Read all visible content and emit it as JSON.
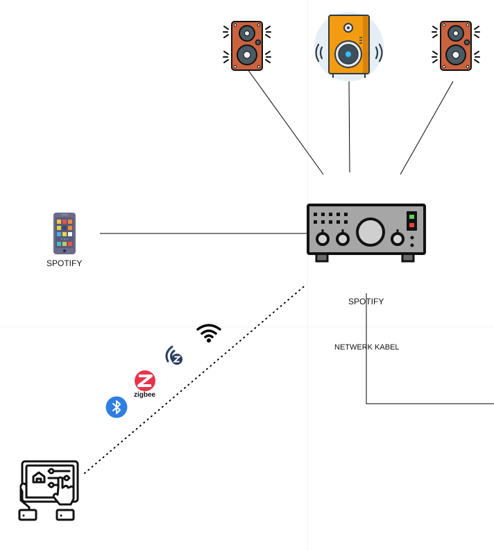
{
  "diagram": {
    "nodes": {
      "speaker_left": {
        "name": "Speaker left",
        "icon": "speaker-icon",
        "color": "#c9633f"
      },
      "speaker_center": {
        "name": "Speaker center",
        "icon": "speaker-icon",
        "color": "#f39c12",
        "bg": "#e6eef5"
      },
      "speaker_right": {
        "name": "Speaker right",
        "icon": "speaker-icon",
        "color": "#c9633f"
      },
      "amplifier": {
        "name": "Amplifier",
        "icon": "amplifier-icon",
        "color": "#a6a6a6"
      },
      "phone": {
        "name": "Phone",
        "icon": "smartphone-icon",
        "label": "SPOTIFY"
      },
      "tablet": {
        "name": "Smart home tablet",
        "icon": "smart-home-tablet-icon"
      }
    },
    "labels": {
      "phone_label": "SPOTIFY",
      "amp_spotify_label": "SPOTIFY",
      "network_cable_label": "NETWERK KABEL"
    },
    "protocols": [
      {
        "name": "wifi",
        "icon": "wifi-icon",
        "color": "#000000"
      },
      {
        "name": "z-wave",
        "icon": "z-wave-icon",
        "color": "#2c3e60"
      },
      {
        "name": "zigbee",
        "icon": "zigbee-icon",
        "label": "zigbee",
        "color": "#e8334a"
      },
      {
        "name": "bluetooth",
        "icon": "bluetooth-icon",
        "color": "#2f7fe0"
      }
    ],
    "edges": [
      {
        "from": "speaker_left",
        "to": "amplifier",
        "style": "solid"
      },
      {
        "from": "speaker_center",
        "to": "amplifier",
        "style": "solid"
      },
      {
        "from": "speaker_right",
        "to": "amplifier",
        "style": "solid"
      },
      {
        "from": "phone",
        "to": "amplifier",
        "style": "solid"
      },
      {
        "from": "tablet",
        "to": "amplifier",
        "style": "dotted"
      },
      {
        "from": "amplifier",
        "to": "network",
        "style": "solid",
        "label": "NETWERK KABEL"
      }
    ]
  }
}
